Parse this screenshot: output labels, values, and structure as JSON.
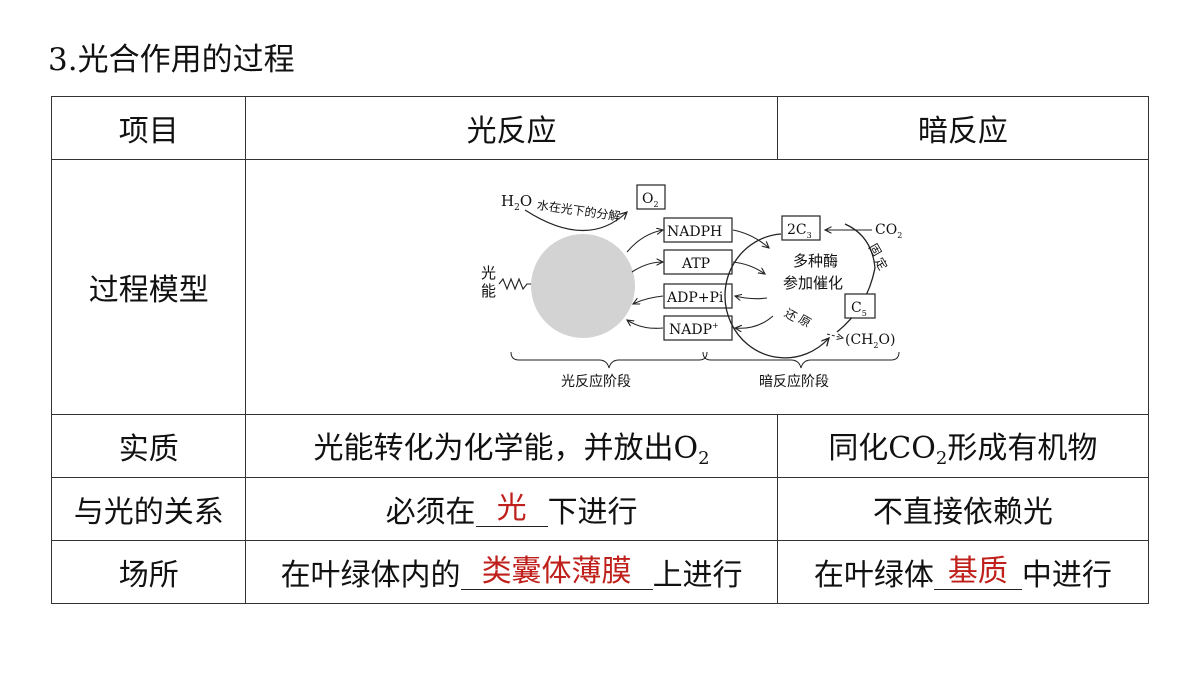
{
  "title": "3.光合作用的过程",
  "table": {
    "headers": {
      "item": "项目",
      "light": "光反应",
      "dark": "暗反应"
    },
    "rows": {
      "model": {
        "label": "过程模型"
      },
      "essence": {
        "label": "实质",
        "light_text": "光能转化为化学能，并放出O",
        "light_sub": "2",
        "dark_pre": "同化CO",
        "dark_sub": "2",
        "dark_post": "形成有机物"
      },
      "relation": {
        "label": "与光的关系",
        "light_pre": "必须在",
        "light_answer": "光",
        "light_post": "下进行",
        "dark_text": "不直接依赖光"
      },
      "site": {
        "label": "场所",
        "light_pre": "在叶绿体内的",
        "light_answer": "类囊体薄膜",
        "light_post": "上进行",
        "dark_pre": "在叶绿体",
        "dark_answer": "基质",
        "dark_post": "中进行"
      }
    }
  },
  "diagram": {
    "h2o": "H",
    "h2o_sub": "2",
    "h2o_end": "O",
    "o2": "O",
    "o2_sub": "2",
    "water_split": "水在光下的分解",
    "light_1": "光",
    "light_2": "能",
    "nadph": "NADPH",
    "atp": "ATP",
    "adp": "ADP+Pi",
    "nadp": "NADP",
    "nadp_sup": "+",
    "c3_pre": "2C",
    "c3_sub": "3",
    "co2": "CO",
    "co2_sub": "2",
    "fix_1": "固",
    "fix_2": "定",
    "enzyme_1": "多种酶",
    "enzyme_2": "参加催化",
    "reduce_1": "还",
    "reduce_2": "原",
    "c5_pre": "C",
    "c5_sub": "5",
    "ch2o_pre": "(CH",
    "ch2o_sub": "2",
    "ch2o_post": "O)",
    "stage_light": "光反应阶段",
    "stage_dark": "暗反应阶段"
  },
  "colors": {
    "answer": "#c0201b",
    "thylakoid": "#d3d3d3"
  }
}
